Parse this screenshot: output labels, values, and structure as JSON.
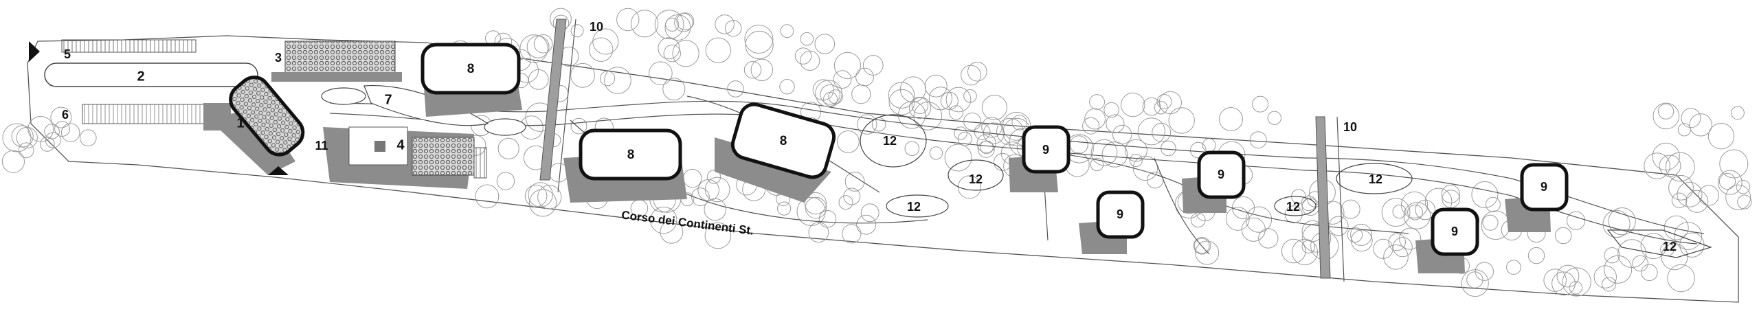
{
  "plan": {
    "street_label": "Corso dei Continenti St.",
    "labels": {
      "n1": "1",
      "n2": "2",
      "n3": "3",
      "n4": "4",
      "n5": "5",
      "n6": "6",
      "n7": "7",
      "n8": "8",
      "n9": "9",
      "n10": "10",
      "n11": "11",
      "n12": "12"
    },
    "colors": {
      "shadow": "#8c8c8c",
      "outline": "#444444",
      "building_border": "#111111",
      "tree": "#9a9a9a",
      "road": "#9e9e9e"
    }
  }
}
